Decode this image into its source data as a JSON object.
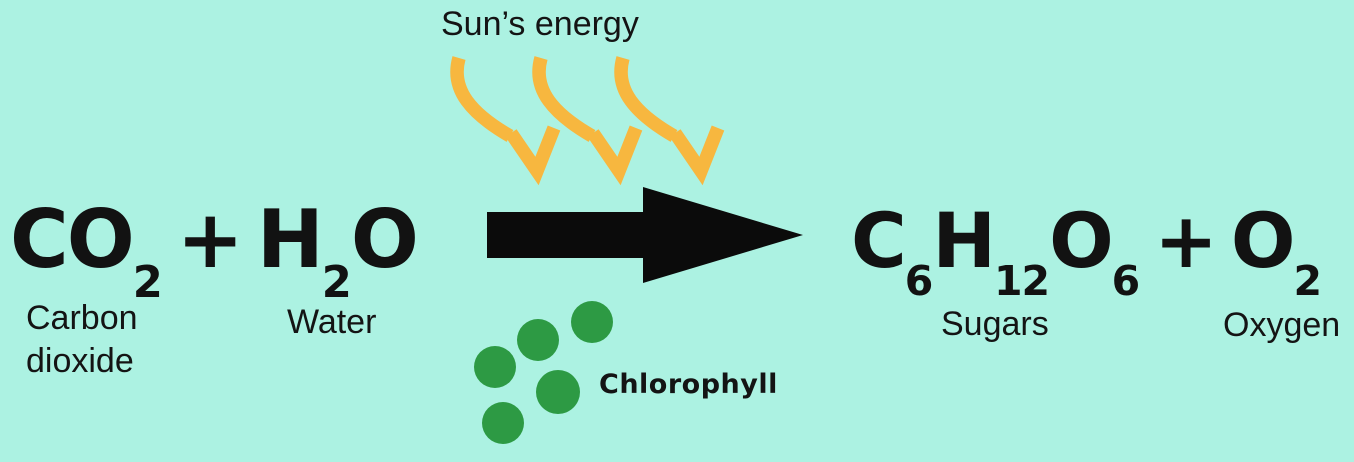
{
  "colors": {
    "background": "#ACF2E2",
    "sun_arrow": "#F7B73F",
    "chlorophyll_green": "#2D9A44",
    "black_arrow": "#0B0B0B",
    "text": "#141414"
  },
  "sun": {
    "label": "Sun’s energy"
  },
  "reaction": {
    "co2": {
      "base": "CO",
      "sub": "2"
    },
    "plus1": "+",
    "h2o": {
      "p1": "H",
      "s1": "2",
      "p2": "O"
    },
    "glucose": {
      "p1": "C",
      "s1": "6",
      "p2": "H",
      "s2": "12",
      "p3": "O",
      "s3": "6"
    },
    "plus2": "+",
    "o2": {
      "base": "O",
      "sub": "2"
    }
  },
  "labels": {
    "carbon_dioxide": "Carbon\ndioxide",
    "water": "Water",
    "sugars": "Sugars",
    "oxygen": "Oxygen",
    "chlorophyll": "Chlorophyll"
  },
  "icons": {
    "sun_energy_arrows": "three curved yellow arrows pointing down toward the reaction arrow",
    "reaction_arrow": "solid black arrow pointing right",
    "chlorophyll_dots": "cluster of five green circles"
  }
}
